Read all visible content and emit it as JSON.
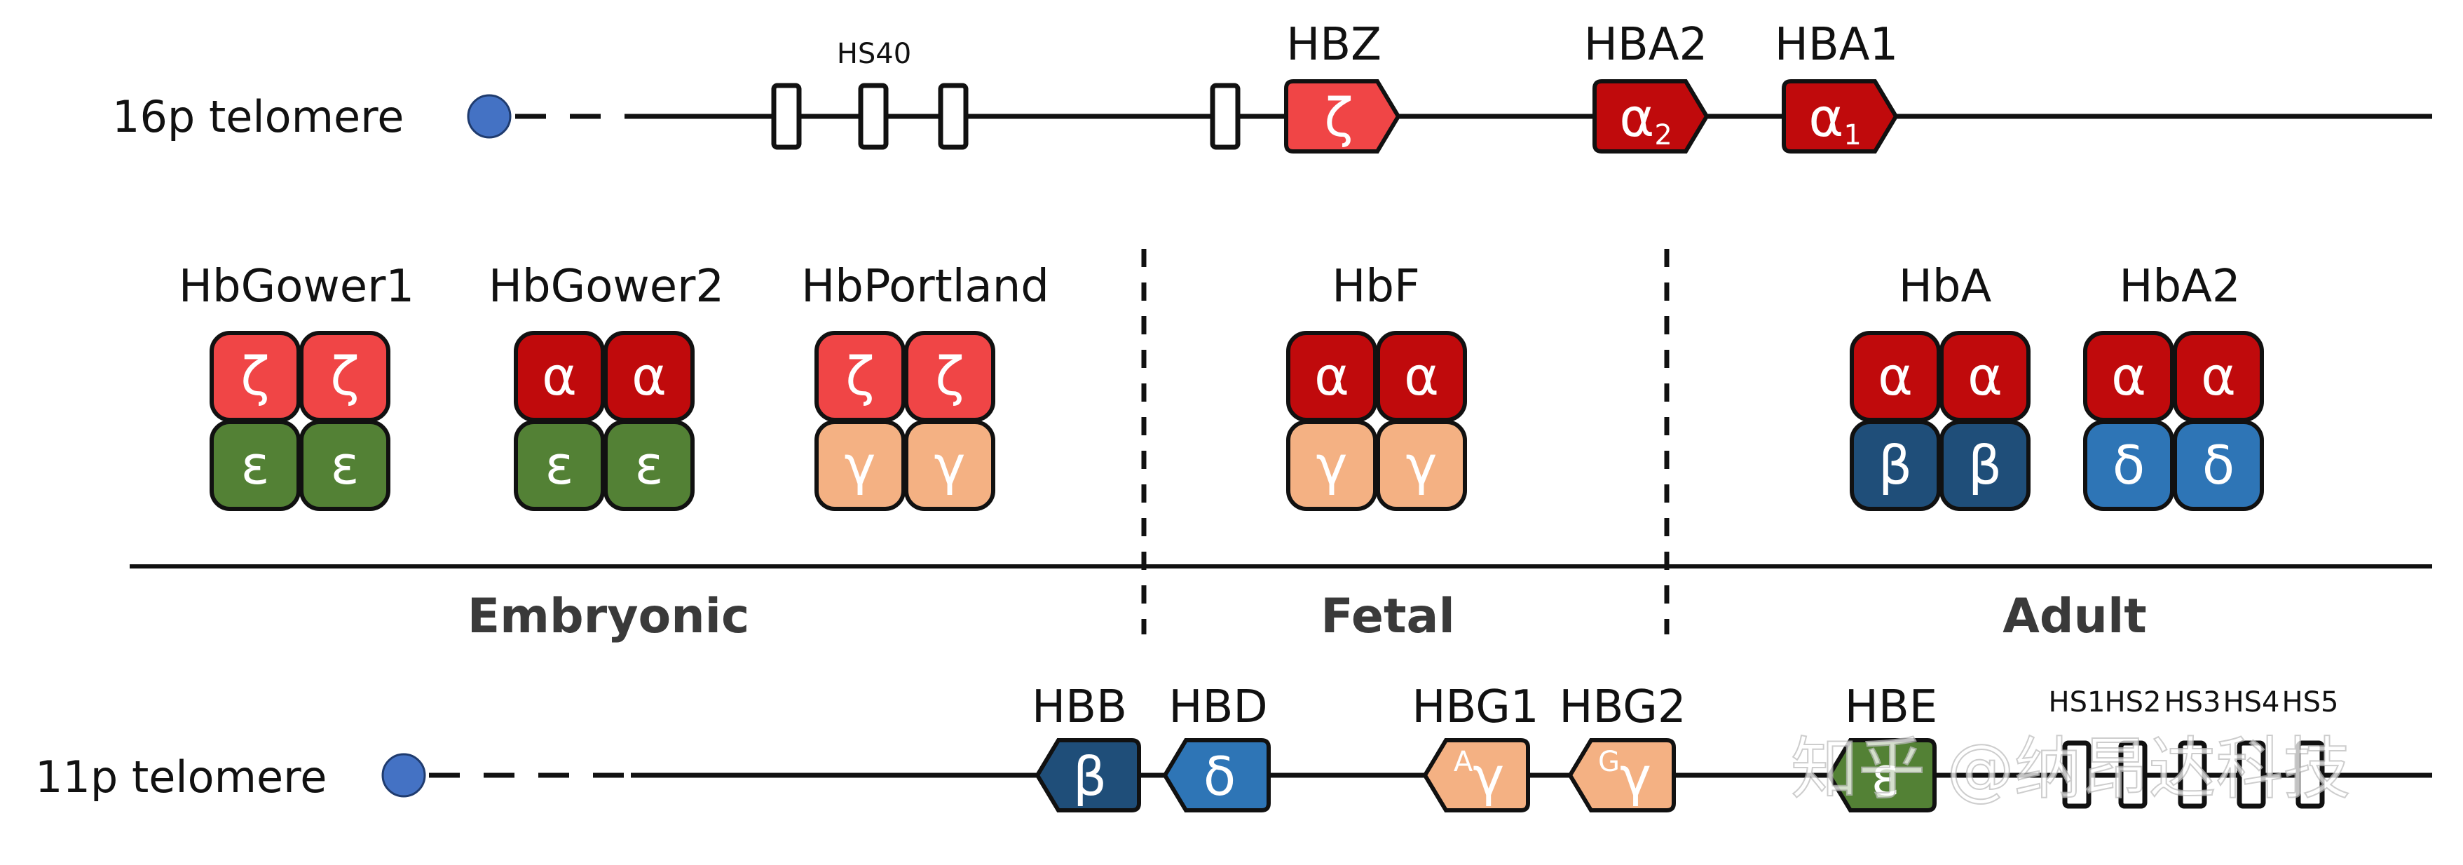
{
  "colors": {
    "zeta": "#f04546",
    "alpha": "#c00a0c",
    "epsilon": "#538135",
    "gamma": "#f4b183",
    "beta": "#1f4e79",
    "delta": "#2e75b6",
    "outline": "#111111",
    "telomere_dot": "#4472c4"
  },
  "top_chromosome": {
    "label": "16p telomere",
    "hs_label": "HS40",
    "genes": [
      {
        "name": "HBZ",
        "symbol": "ζ",
        "sub": ""
      },
      {
        "name": "HBA2",
        "symbol": "α",
        "sub": "2"
      },
      {
        "name": "HBA1",
        "symbol": "α",
        "sub": "1"
      }
    ]
  },
  "hemoglobins": [
    {
      "name": "HbGower1",
      "top": "ζ",
      "bottom": "ε"
    },
    {
      "name": "HbGower2",
      "top": "α",
      "bottom": "ε"
    },
    {
      "name": "HbPortland",
      "top": "ζ",
      "bottom": "γ"
    },
    {
      "name": "HbF",
      "top": "α",
      "bottom": "γ"
    },
    {
      "name": "HbA",
      "top": "α",
      "bottom": "β"
    },
    {
      "name": "HbA2",
      "top": "α",
      "bottom": "δ"
    }
  ],
  "stages": [
    "Embryonic",
    "Fetal",
    "Adult"
  ],
  "bottom_chromosome": {
    "label": "11p telomere",
    "genes": [
      {
        "name": "HBB",
        "symbol": "β",
        "sup": ""
      },
      {
        "name": "HBD",
        "symbol": "δ",
        "sup": ""
      },
      {
        "name": "HBG1",
        "symbol": "γ",
        "sup": "A"
      },
      {
        "name": "HBG2",
        "symbol": "γ",
        "sup": "G"
      },
      {
        "name": "HBE",
        "symbol": "ε",
        "sup": ""
      }
    ],
    "hs_labels": [
      "HS1",
      "HS2",
      "HS3",
      "HS4",
      "HS5"
    ]
  },
  "watermark": "知乎 @纳昂达科技"
}
